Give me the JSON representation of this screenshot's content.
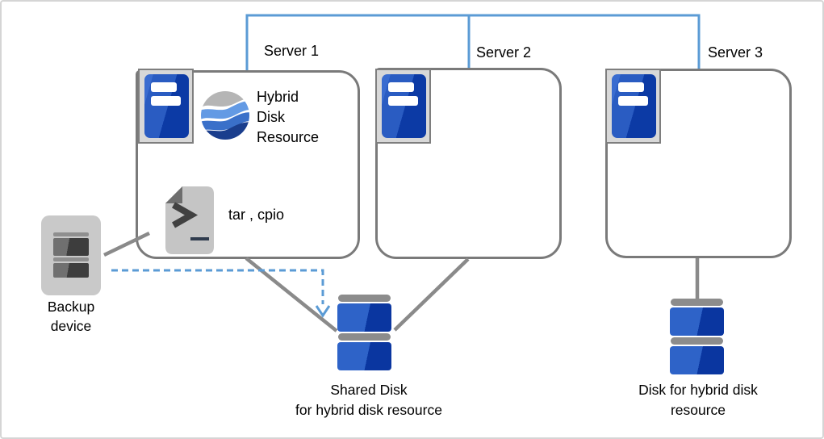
{
  "diagram_type": "cluster architecture diagram",
  "servers": [
    {
      "label": "Server 1"
    },
    {
      "label": "Server 2"
    },
    {
      "label": "Server 3"
    }
  ],
  "server1": {
    "resource_label": "Hybrid\nDisk\nResource",
    "tools_label": "tar , cpio"
  },
  "backup_device": {
    "label": "Backup\ndevice"
  },
  "shared_disk": {
    "label": "Shared Disk\nfor hybrid disk resource"
  },
  "hybrid_disk": {
    "label": "Disk for hybrid disk\nresource"
  },
  "icons": {
    "server": "server-tower-icon",
    "hybrid_resource": "hybrid-disk-resource-wave-sphere-icon",
    "script_file": "script-file-icon",
    "backup": "backup-tape-device-icon",
    "disk": "stacked-disk-icon"
  },
  "colors": {
    "connector_blue": "#5B9BD5",
    "line_gray": "#8A8A8A",
    "box_border_gray": "#7A7A7A",
    "disk_blue_light": "#2E63C8",
    "disk_blue_dark": "#0A36A0",
    "disk_cap_gray": "#8C8C8C",
    "device_body_gray": "#C9C9C9",
    "document_gray": "#C5C5C5",
    "wave_gray": "#B5B5B5",
    "wave_light_blue": "#639AE4",
    "wave_mid_blue": "#3A70C9",
    "wave_navy": "#1A3E8D",
    "text": "#000000"
  }
}
